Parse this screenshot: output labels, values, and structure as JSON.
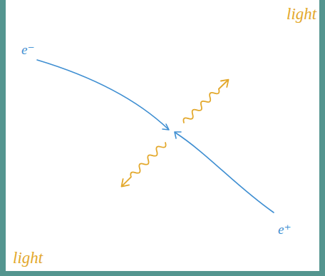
{
  "diagram": {
    "labels": [
      "light",
      "e⁻",
      "e⁺",
      "light"
    ]
  }
}
